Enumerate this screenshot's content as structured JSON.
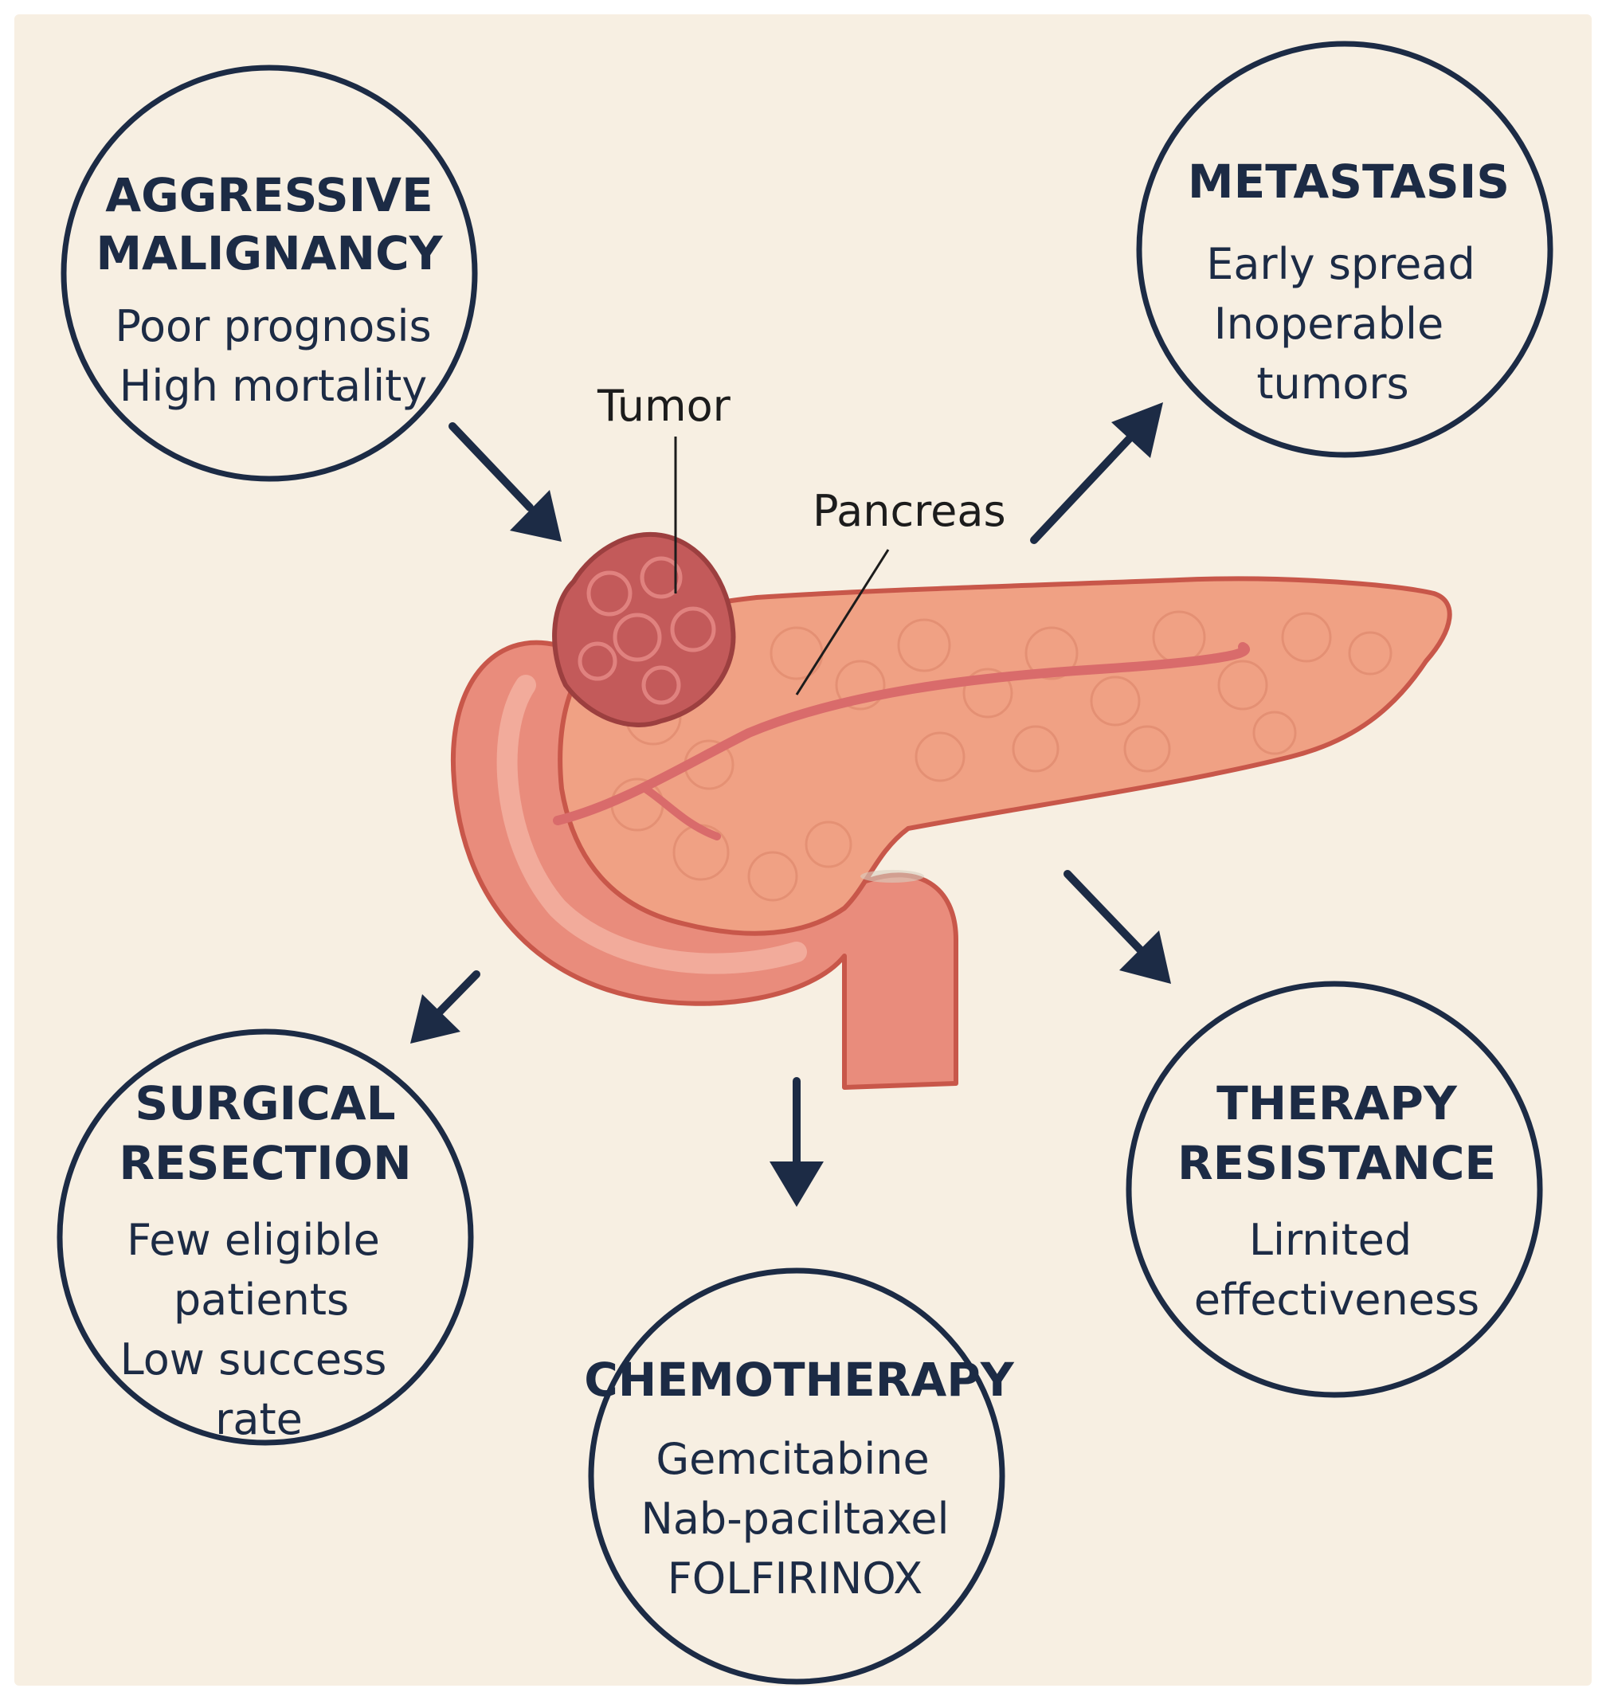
{
  "labels": {
    "tumor": "Tumor",
    "pancreas": "Pancreas"
  },
  "boxes": {
    "aggressive": {
      "title": [
        "AGGRESSIVE",
        "MALIGNANCY"
      ],
      "lines": [
        "Poor prognosis",
        "High mortality"
      ]
    },
    "metastasis": {
      "title": [
        "METASTASIS"
      ],
      "lines": [
        "Early spread",
        "Inoperable",
        "tumors"
      ]
    },
    "surgical": {
      "title": [
        "SURGICAL",
        "RESECTION"
      ],
      "lines": [
        "Few eligible",
        "patients",
        "Low success",
        "rate"
      ]
    },
    "chemo": {
      "title": [
        "CHEMOTHERAPY"
      ],
      "lines": [
        "Gemcitabine",
        "Nab-paciltaxel",
        "FOLFIRINOX"
      ]
    },
    "therapy": {
      "title": [
        "THERAPY",
        "RESISTANCE"
      ],
      "lines": [
        "Lirnited",
        "effectiveness"
      ]
    }
  },
  "colors": {
    "background": "#f7efe2",
    "ink": "#1c2b45",
    "pancreas": "#f0a184",
    "pancreas_outline": "#c8574a",
    "duodenum": "#e98c7c",
    "tumor": "#c35a5a",
    "duct": "#d96b6b"
  }
}
